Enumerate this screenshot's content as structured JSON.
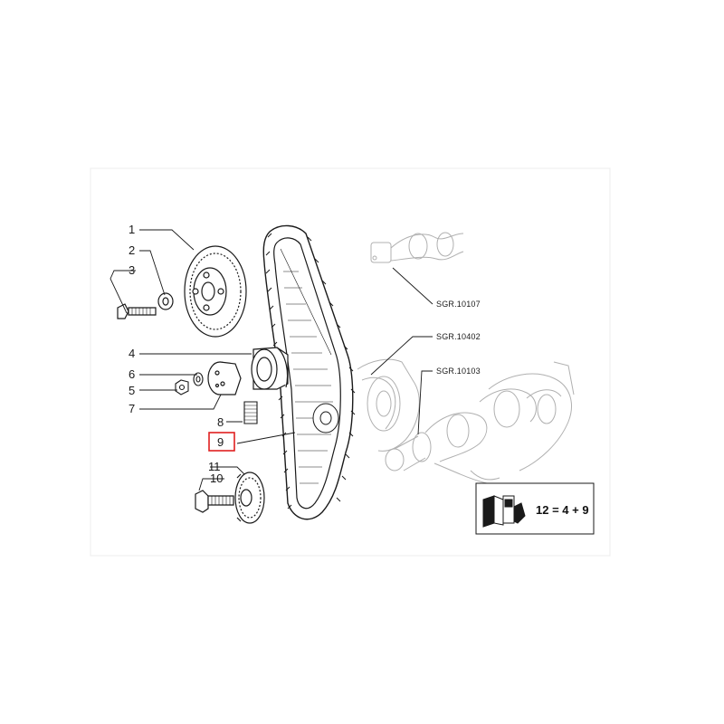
{
  "diagram": {
    "callouts": [
      {
        "id": "1",
        "label": "1"
      },
      {
        "id": "2",
        "label": "2"
      },
      {
        "id": "3",
        "label": "3"
      },
      {
        "id": "4",
        "label": "4"
      },
      {
        "id": "6",
        "label": "6"
      },
      {
        "id": "5",
        "label": "5"
      },
      {
        "id": "7",
        "label": "7"
      },
      {
        "id": "8",
        "label": "8"
      },
      {
        "id": "9",
        "label": "9",
        "highlighted": true
      },
      {
        "id": "11",
        "label": "11"
      },
      {
        "id": "10",
        "label": "10"
      }
    ],
    "references": [
      {
        "id": "camshaft",
        "label": "SGR.10107"
      },
      {
        "id": "block",
        "label": "SGR.10402"
      },
      {
        "id": "crankshaft",
        "label": "SGR.10103"
      }
    ],
    "kit_note": {
      "text": "12 = 4 + 9"
    },
    "highlight_color": "#e02020",
    "line_color": "#1a1a1a",
    "ghost_color": "#b8b8b8"
  }
}
